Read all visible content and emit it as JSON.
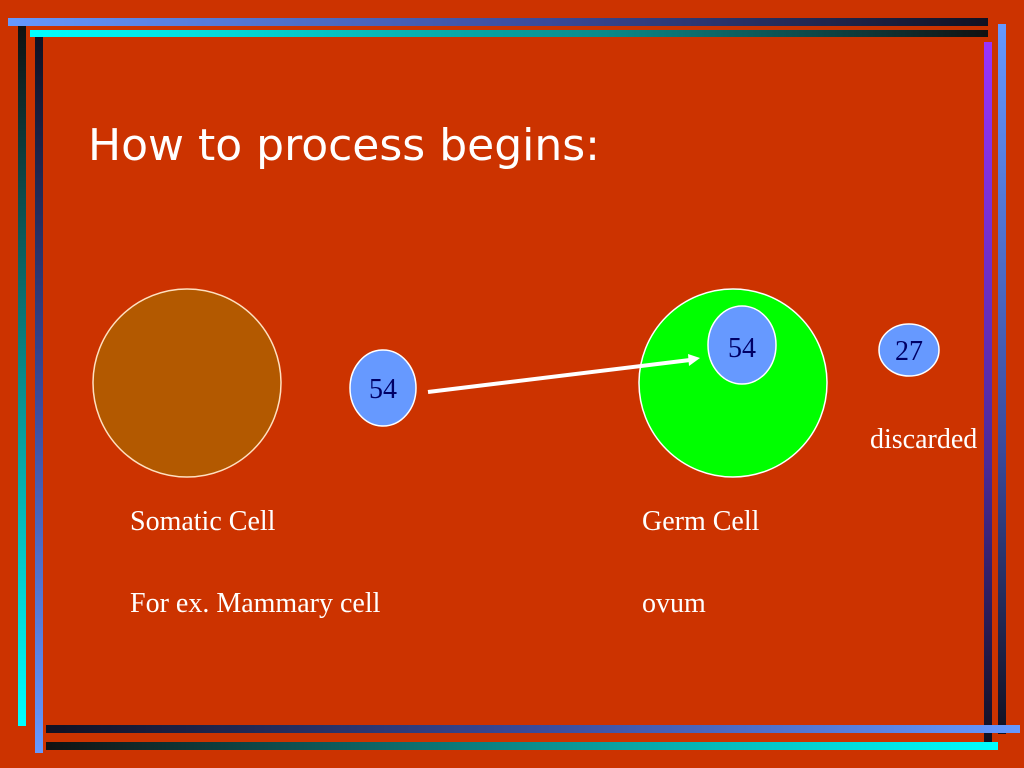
{
  "slide": {
    "title": "How to process begins:",
    "background": "#cc3300"
  },
  "diagram": {
    "somatic_cell": {
      "label": "Somatic Cell",
      "example": "For ex. Mammary cell",
      "color": "#b35900"
    },
    "nucleus_transferred": {
      "text": "54",
      "color": "#6699ff"
    },
    "germ_cell": {
      "label": "Germ Cell",
      "example": "ovum",
      "color": "#00ff00"
    },
    "germ_nucleus": {
      "text": "54",
      "color": "#6699ff"
    },
    "discarded_nucleus": {
      "text": "27",
      "color": "#6699ff",
      "label": "discarded"
    },
    "arrow_color": "#ffffff"
  },
  "frame_colors": {
    "cyan": "#00ffff",
    "blue": "#6699ff",
    "purple": "#9933ff",
    "dark": "#1a1a2e"
  }
}
